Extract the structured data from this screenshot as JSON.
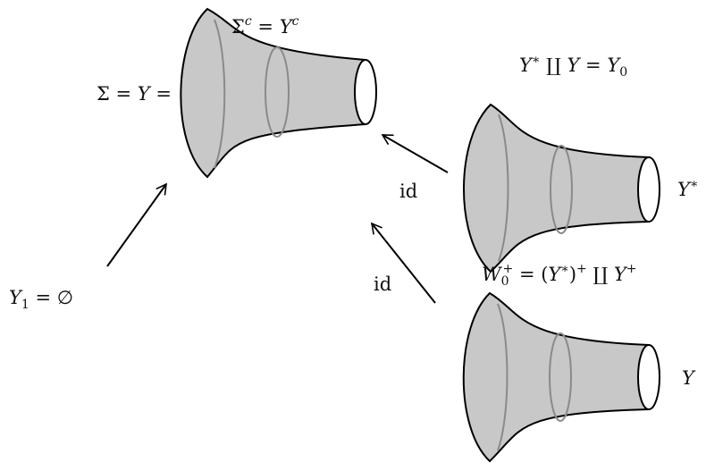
{
  "labels": {
    "sigma_eq_y": "Σ = Y =",
    "sigma_c_eq_y_c": "Σ^c = Y^c",
    "y_star_coprod_y_eq_y0": "Y* ∐ Y = Y_0",
    "y_star": "Y*",
    "w0_plus": "W_0^+ = (Y*)^+ ∐ Y^+",
    "y": "Y",
    "y1_eq_empty": "Y_1 = ∅",
    "id_upper": "id",
    "id_lower": "id"
  },
  "colors": {
    "surface_fill": "#c8c8c8",
    "surface_stroke": "#000000",
    "inner_circle_stroke": "#8a8a8a",
    "arrow": "#000000"
  }
}
